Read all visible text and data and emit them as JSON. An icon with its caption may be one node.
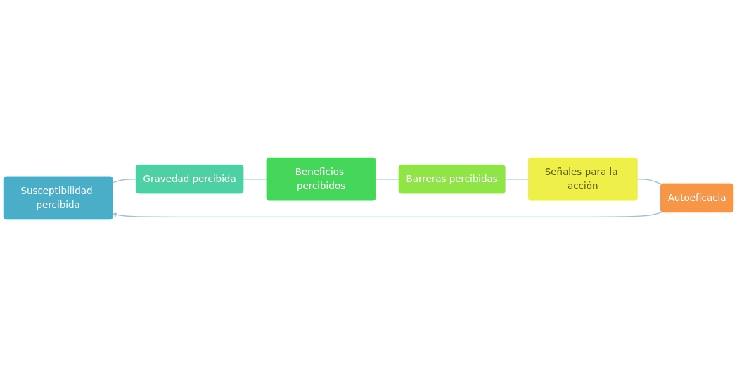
{
  "diagram": {
    "nodes": [
      {
        "text": [
          "Susceptibilidad percibida"
        ]
      },
      {
        "text": [
          "Gravedad percibida"
        ]
      },
      {
        "text": [
          "Beneficios percibidos"
        ]
      },
      {
        "text": [
          "Barreras percibidas"
        ]
      },
      {
        "text": [
          "Señales para la acción"
        ]
      },
      {
        "text": [
          "Autoeficacia"
        ]
      }
    ],
    "edges": [
      {
        "from": 0,
        "to": 1,
        "arrow": "none"
      },
      {
        "from": 1,
        "to": 2,
        "arrow": "none"
      },
      {
        "from": 2,
        "to": 3,
        "arrow": "none"
      },
      {
        "from": 3,
        "to": 4,
        "arrow": "none"
      },
      {
        "from": 4,
        "to": 5,
        "arrow": "none"
      },
      {
        "from": 5,
        "to": 0,
        "arrow": "to"
      }
    ]
  }
}
